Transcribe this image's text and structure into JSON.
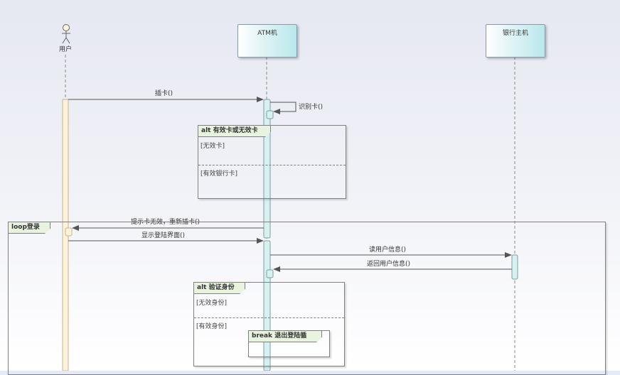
{
  "participants": {
    "user": "用户",
    "atm": "ATM机",
    "bank": "银行主机"
  },
  "messages": {
    "insert_card": "插卡()",
    "identify_card": "识别卡()",
    "prompt_invalid": "提示卡无效，重新插卡()",
    "show_login": "显示登陆界面()",
    "read_user_info": "读用户信息()",
    "return_user_info": "返回用户信息()"
  },
  "fragments": {
    "alt_card": {
      "keyword": "alt",
      "title": "有效卡或无效卡",
      "guard1": "[无效卡]",
      "guard2": "[有效银行卡]"
    },
    "loop_login": {
      "keyword": "loop",
      "title": "登录"
    },
    "alt_auth": {
      "keyword": "alt",
      "title": "验证身份",
      "guard1": "[无效身份]",
      "guard2": "[有效身份]"
    },
    "break_exit": {
      "keyword": "break",
      "title": "退出登陆循环"
    }
  },
  "colors": {
    "user_activation": "#fdf2dc",
    "atm_activation": "#d7f1f0",
    "fragment_tag": "#e8f4de",
    "line": "#555555"
  }
}
